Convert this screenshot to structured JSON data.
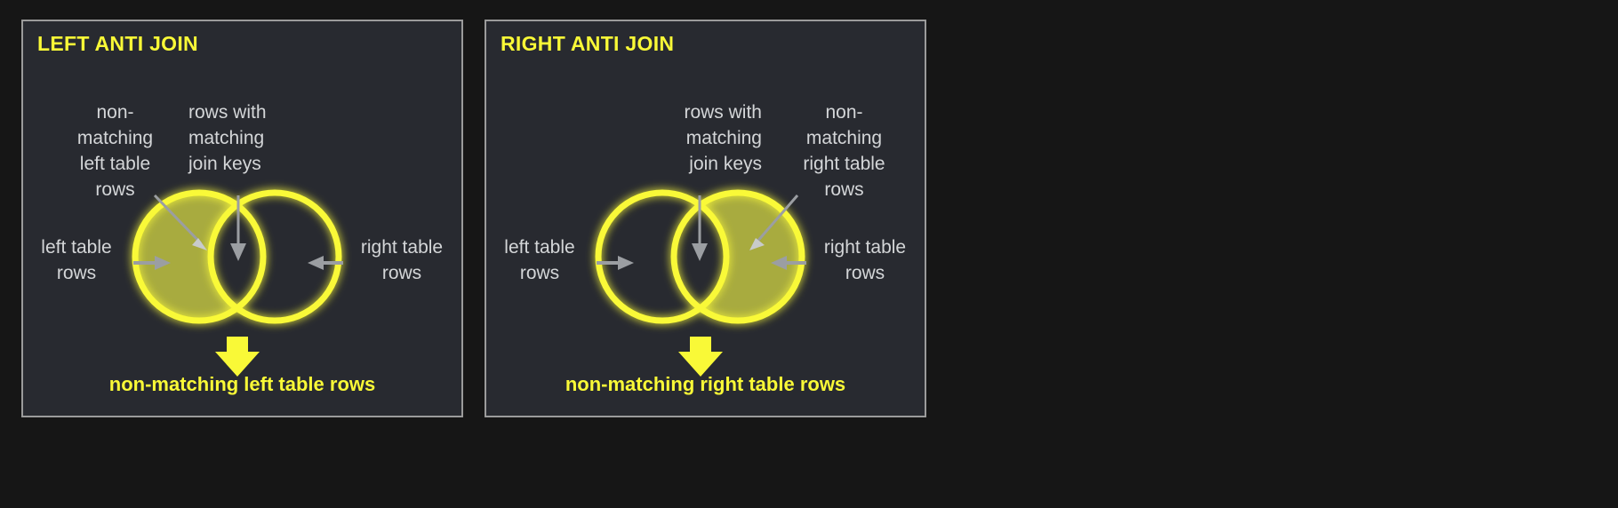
{
  "colors": {
    "page_background": "#161616",
    "panel_background": "#282a30",
    "panel_border": "#9b9b9b",
    "accent_yellow": "#f9f937",
    "fill_olive": "#a8ab3f",
    "label_grey": "#d4d6d8",
    "arrow_grey": "#8e9195"
  },
  "panels": [
    {
      "title": "LEFT ANTI JOIN",
      "notes": {
        "non_matching": "non-\nmatching\nleft table\nrows",
        "matching": "rows with\nmatching\njoin keys",
        "left_table": "left table\nrows",
        "right_table": "right table\nrows"
      },
      "caption": "non-matching left table rows",
      "filled_side": "left"
    },
    {
      "title": "RIGHT ANTI JOIN",
      "notes": {
        "matching": "rows with\nmatching\njoin keys",
        "non_matching": "non-\nmatching\nright table\nrows",
        "left_table": "left table\nrows",
        "right_table": "right table\nrows"
      },
      "caption": "non-matching right table rows",
      "filled_side": "right"
    }
  ]
}
